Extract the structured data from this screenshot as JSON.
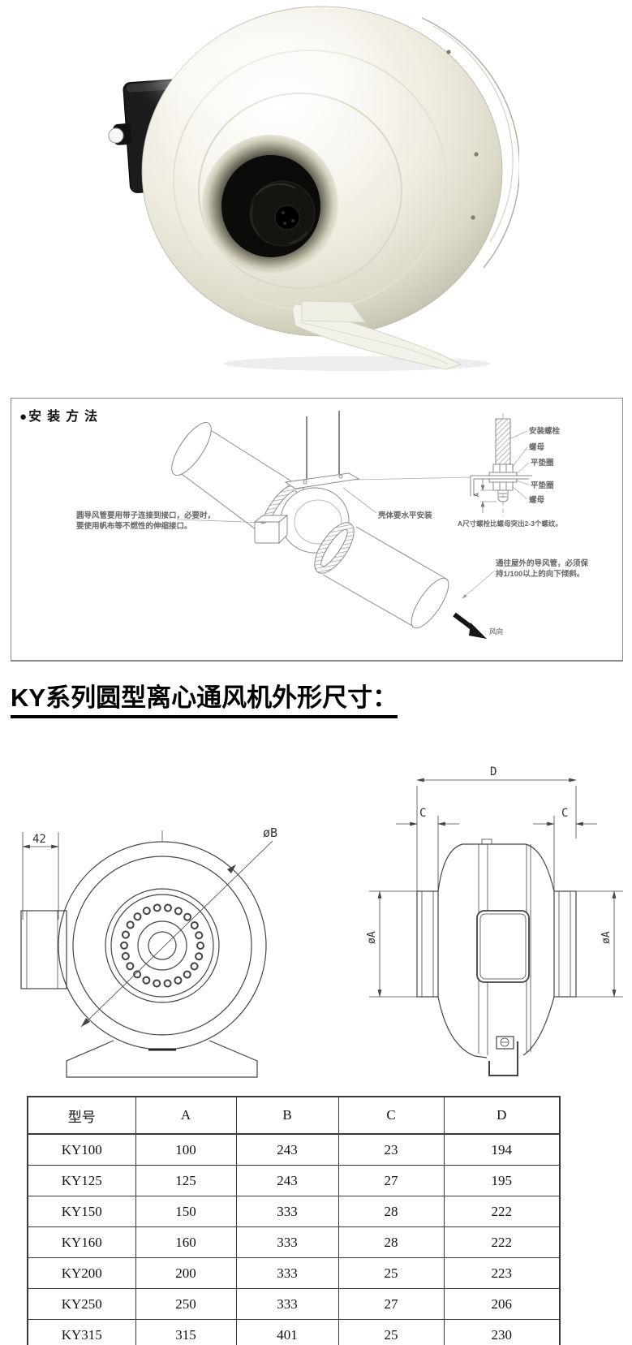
{
  "install": {
    "title_bullet": "●",
    "title": "安装方法",
    "notes": {
      "duct_line1": "圆导风管要用带子连接到接口，必要时，",
      "duct_line2": "要使用帆布等不燃性的伸缩接口。",
      "level": "壳体要水平安装",
      "bolt_note": "A尺寸螺栓比螺母突出2-3个螺纹。",
      "outdoor_line1": "通往屋外的导风管，必须保",
      "outdoor_line2": "持1/100以上的向下倾斜。",
      "wind": "风向"
    },
    "callouts": {
      "anchor_bolt": "安装螺栓",
      "nut_top": "螺母",
      "washer_top": "平垫圈",
      "washer_bottom": "平垫圈",
      "nut_bottom": "螺母",
      "dim_a": "A"
    }
  },
  "heading": {
    "text": "KY系列圆型离心通风机外形尺寸："
  },
  "front_view": {
    "dim_width": "42",
    "dim_diameter_b": "øB"
  },
  "side_view": {
    "dim_d": "D",
    "dim_c_left": "C",
    "dim_c_right": "C",
    "dim_a_left": "øA",
    "dim_a_right": "øA"
  },
  "dimension_table": {
    "headers": [
      "型号",
      "A",
      "B",
      "C",
      "D"
    ],
    "rows": [
      [
        "KY100",
        "100",
        "243",
        "23",
        "194"
      ],
      [
        "KY125",
        "125",
        "243",
        "27",
        "195"
      ],
      [
        "KY150",
        "150",
        "333",
        "28",
        "222"
      ],
      [
        "KY160",
        "160",
        "333",
        "28",
        "222"
      ],
      [
        "KY200",
        "200",
        "333",
        "25",
        "223"
      ],
      [
        "KY250",
        "250",
        "333",
        "27",
        "206"
      ],
      [
        "KY315",
        "315",
        "401",
        "25",
        "230"
      ]
    ]
  }
}
